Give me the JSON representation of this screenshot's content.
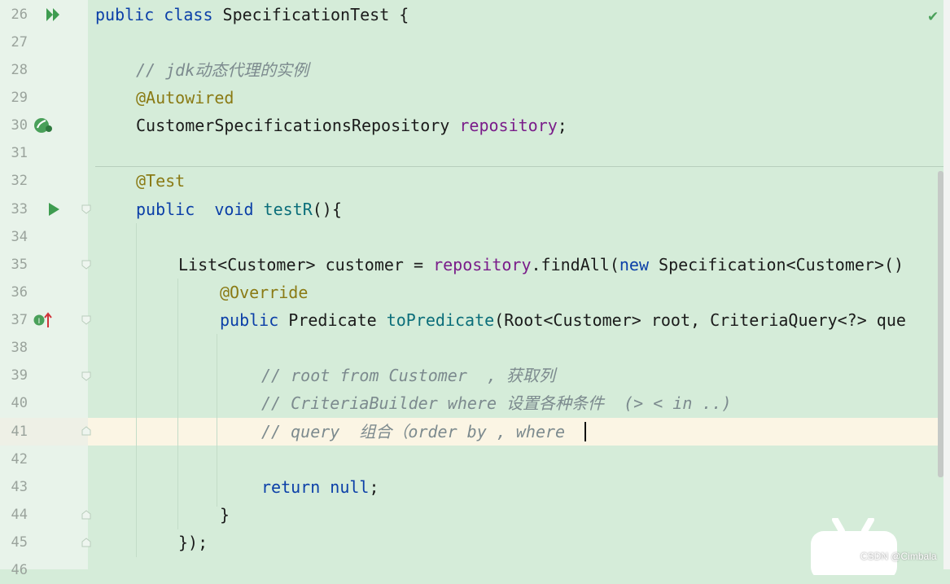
{
  "editor": {
    "lines": [
      {
        "no": "26",
        "tokens": [
          {
            "t": "public class ",
            "c": "kw"
          },
          {
            "t": "SpecificationTest {",
            "c": ""
          }
        ]
      },
      {
        "no": "27",
        "tokens": []
      },
      {
        "no": "28",
        "tokens": [
          {
            "t": "// jdk动态代理的实例",
            "c": "cmt"
          }
        ]
      },
      {
        "no": "29",
        "tokens": [
          {
            "t": "@Autowired",
            "c": "ann"
          }
        ]
      },
      {
        "no": "30",
        "tokens": [
          {
            "t": "CustomerSpecificationsRepository ",
            "c": ""
          },
          {
            "t": "repository",
            "c": "fld"
          },
          {
            "t": ";",
            "c": ""
          }
        ]
      },
      {
        "no": "31",
        "tokens": []
      },
      {
        "no": "32",
        "tokens": [
          {
            "t": "@Test",
            "c": "ann"
          }
        ]
      },
      {
        "no": "33",
        "tokens": [
          {
            "t": "public  void ",
            "c": "kw"
          },
          {
            "t": "testR",
            "c": "mth"
          },
          {
            "t": "(){",
            "c": ""
          }
        ]
      },
      {
        "no": "34",
        "tokens": []
      },
      {
        "no": "35",
        "tokens": [
          {
            "t": "List<Customer> customer = ",
            "c": ""
          },
          {
            "t": "repository",
            "c": "fld"
          },
          {
            "t": ".findAll(",
            "c": ""
          },
          {
            "t": "new ",
            "c": "kw"
          },
          {
            "t": "Specification<Customer>()",
            "c": ""
          }
        ]
      },
      {
        "no": "36",
        "tokens": [
          {
            "t": "@Override",
            "c": "ann"
          }
        ]
      },
      {
        "no": "37",
        "tokens": [
          {
            "t": "public ",
            "c": "kw"
          },
          {
            "t": "Predicate ",
            "c": ""
          },
          {
            "t": "toPredicate",
            "c": "mth"
          },
          {
            "t": "(Root<Customer> root, CriteriaQuery<?> que",
            "c": ""
          }
        ]
      },
      {
        "no": "38",
        "tokens": []
      },
      {
        "no": "39",
        "tokens": [
          {
            "t": "// root from Customer  , 获取列",
            "c": "cmt"
          }
        ]
      },
      {
        "no": "40",
        "tokens": [
          {
            "t": "// CriteriaBuilder where 设置各种条件  (> < in ..)",
            "c": "cmt"
          }
        ]
      },
      {
        "no": "41",
        "tokens": [
          {
            "t": "// query  组合（order by , where",
            "c": "cmt"
          }
        ]
      },
      {
        "no": "42",
        "tokens": []
      },
      {
        "no": "43",
        "tokens": [
          {
            "t": "return null",
            "c": "kw"
          },
          {
            "t": ";",
            "c": ""
          }
        ]
      },
      {
        "no": "44",
        "tokens": [
          {
            "t": "}",
            "c": ""
          }
        ]
      },
      {
        "no": "45",
        "tokens": [
          {
            "t": "});",
            "c": ""
          }
        ]
      },
      {
        "no": "46",
        "tokens": []
      }
    ]
  },
  "colors": {
    "background": "#d5ecd9",
    "current_line": "#fbf5e4",
    "keyword": "#0b3fa8",
    "annotation": "#8a7a14",
    "field": "#7a1d8a",
    "method": "#0b6e7a",
    "comment": "#7c8a8e"
  },
  "icons": {
    "line_26": "run-all-tests-icon",
    "line_30": "spring-bean-icon",
    "line_33": "run-test-icon",
    "line_37": "implements-method-icon",
    "top_right": "inspection-ok-icon"
  },
  "watermark": {
    "text": "CSDN @Cimbala"
  }
}
